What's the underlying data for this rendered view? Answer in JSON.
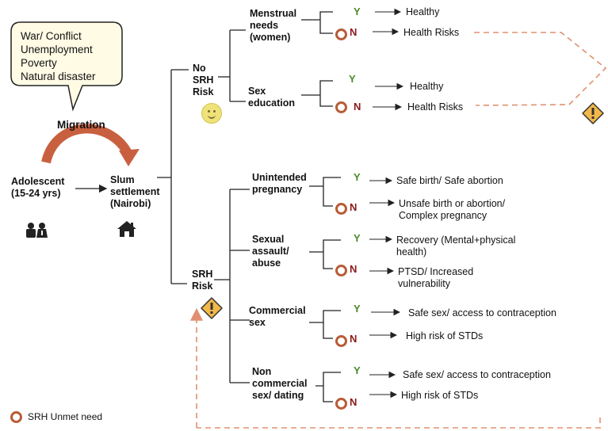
{
  "bubble": {
    "text": "War/ Conflict\nUnemployment\nPoverty\nNatural disaster"
  },
  "migration": "Migration",
  "adolescent": "Adolescent\n(15-24 yrs)",
  "slum": "Slum\nsettlement\n(Nairobi)",
  "no_srh_risk": "No\nSRH\nRisk",
  "srh_risk": "SRH\nRisk",
  "legend": {
    "label": "SRH Unmet need"
  },
  "yes_label": "Y",
  "no_label": "N",
  "groups": {
    "menstrual": {
      "label": "Menstrual\nneeds\n(women)",
      "yes": "Healthy",
      "no": "Health Risks"
    },
    "sexed": {
      "label": "Sex\neducation",
      "yes": "Healthy",
      "no": "Health Risks"
    },
    "unintended": {
      "label": "Unintended\npregnancy",
      "yes": "Safe birth/ Safe abortion",
      "no": "Unsafe birth or abortion/\nComplex pregnancy"
    },
    "assault": {
      "label": "Sexual\nassault/\nabuse",
      "yes": "Recovery (Mental+physical\nhealth)",
      "no": "PTSD/ Increased\nvulnerability"
    },
    "commercial": {
      "label": "Commercial\nsex",
      "yes": "Safe sex/ access to contraception",
      "no": "High risk of STDs"
    },
    "noncommercial": {
      "label": "Non\ncommercial\nsex/ dating",
      "yes": "Safe sex/ access to contraception",
      "no": "High risk of STDs"
    }
  },
  "icons": {
    "people": "two-adolescents-icon",
    "home": "house-icon",
    "happy": "smiley-face-icon",
    "warning": "warning-sign-icon",
    "unmet": "unmet-need-ring-icon"
  },
  "colors": {
    "accent_arrow": "#c8603f",
    "dashed": "#e09070",
    "yes": "#4a8a2a",
    "no": "#8a1a1a",
    "ring": "#b85c38",
    "warning": "#f2b84a"
  }
}
